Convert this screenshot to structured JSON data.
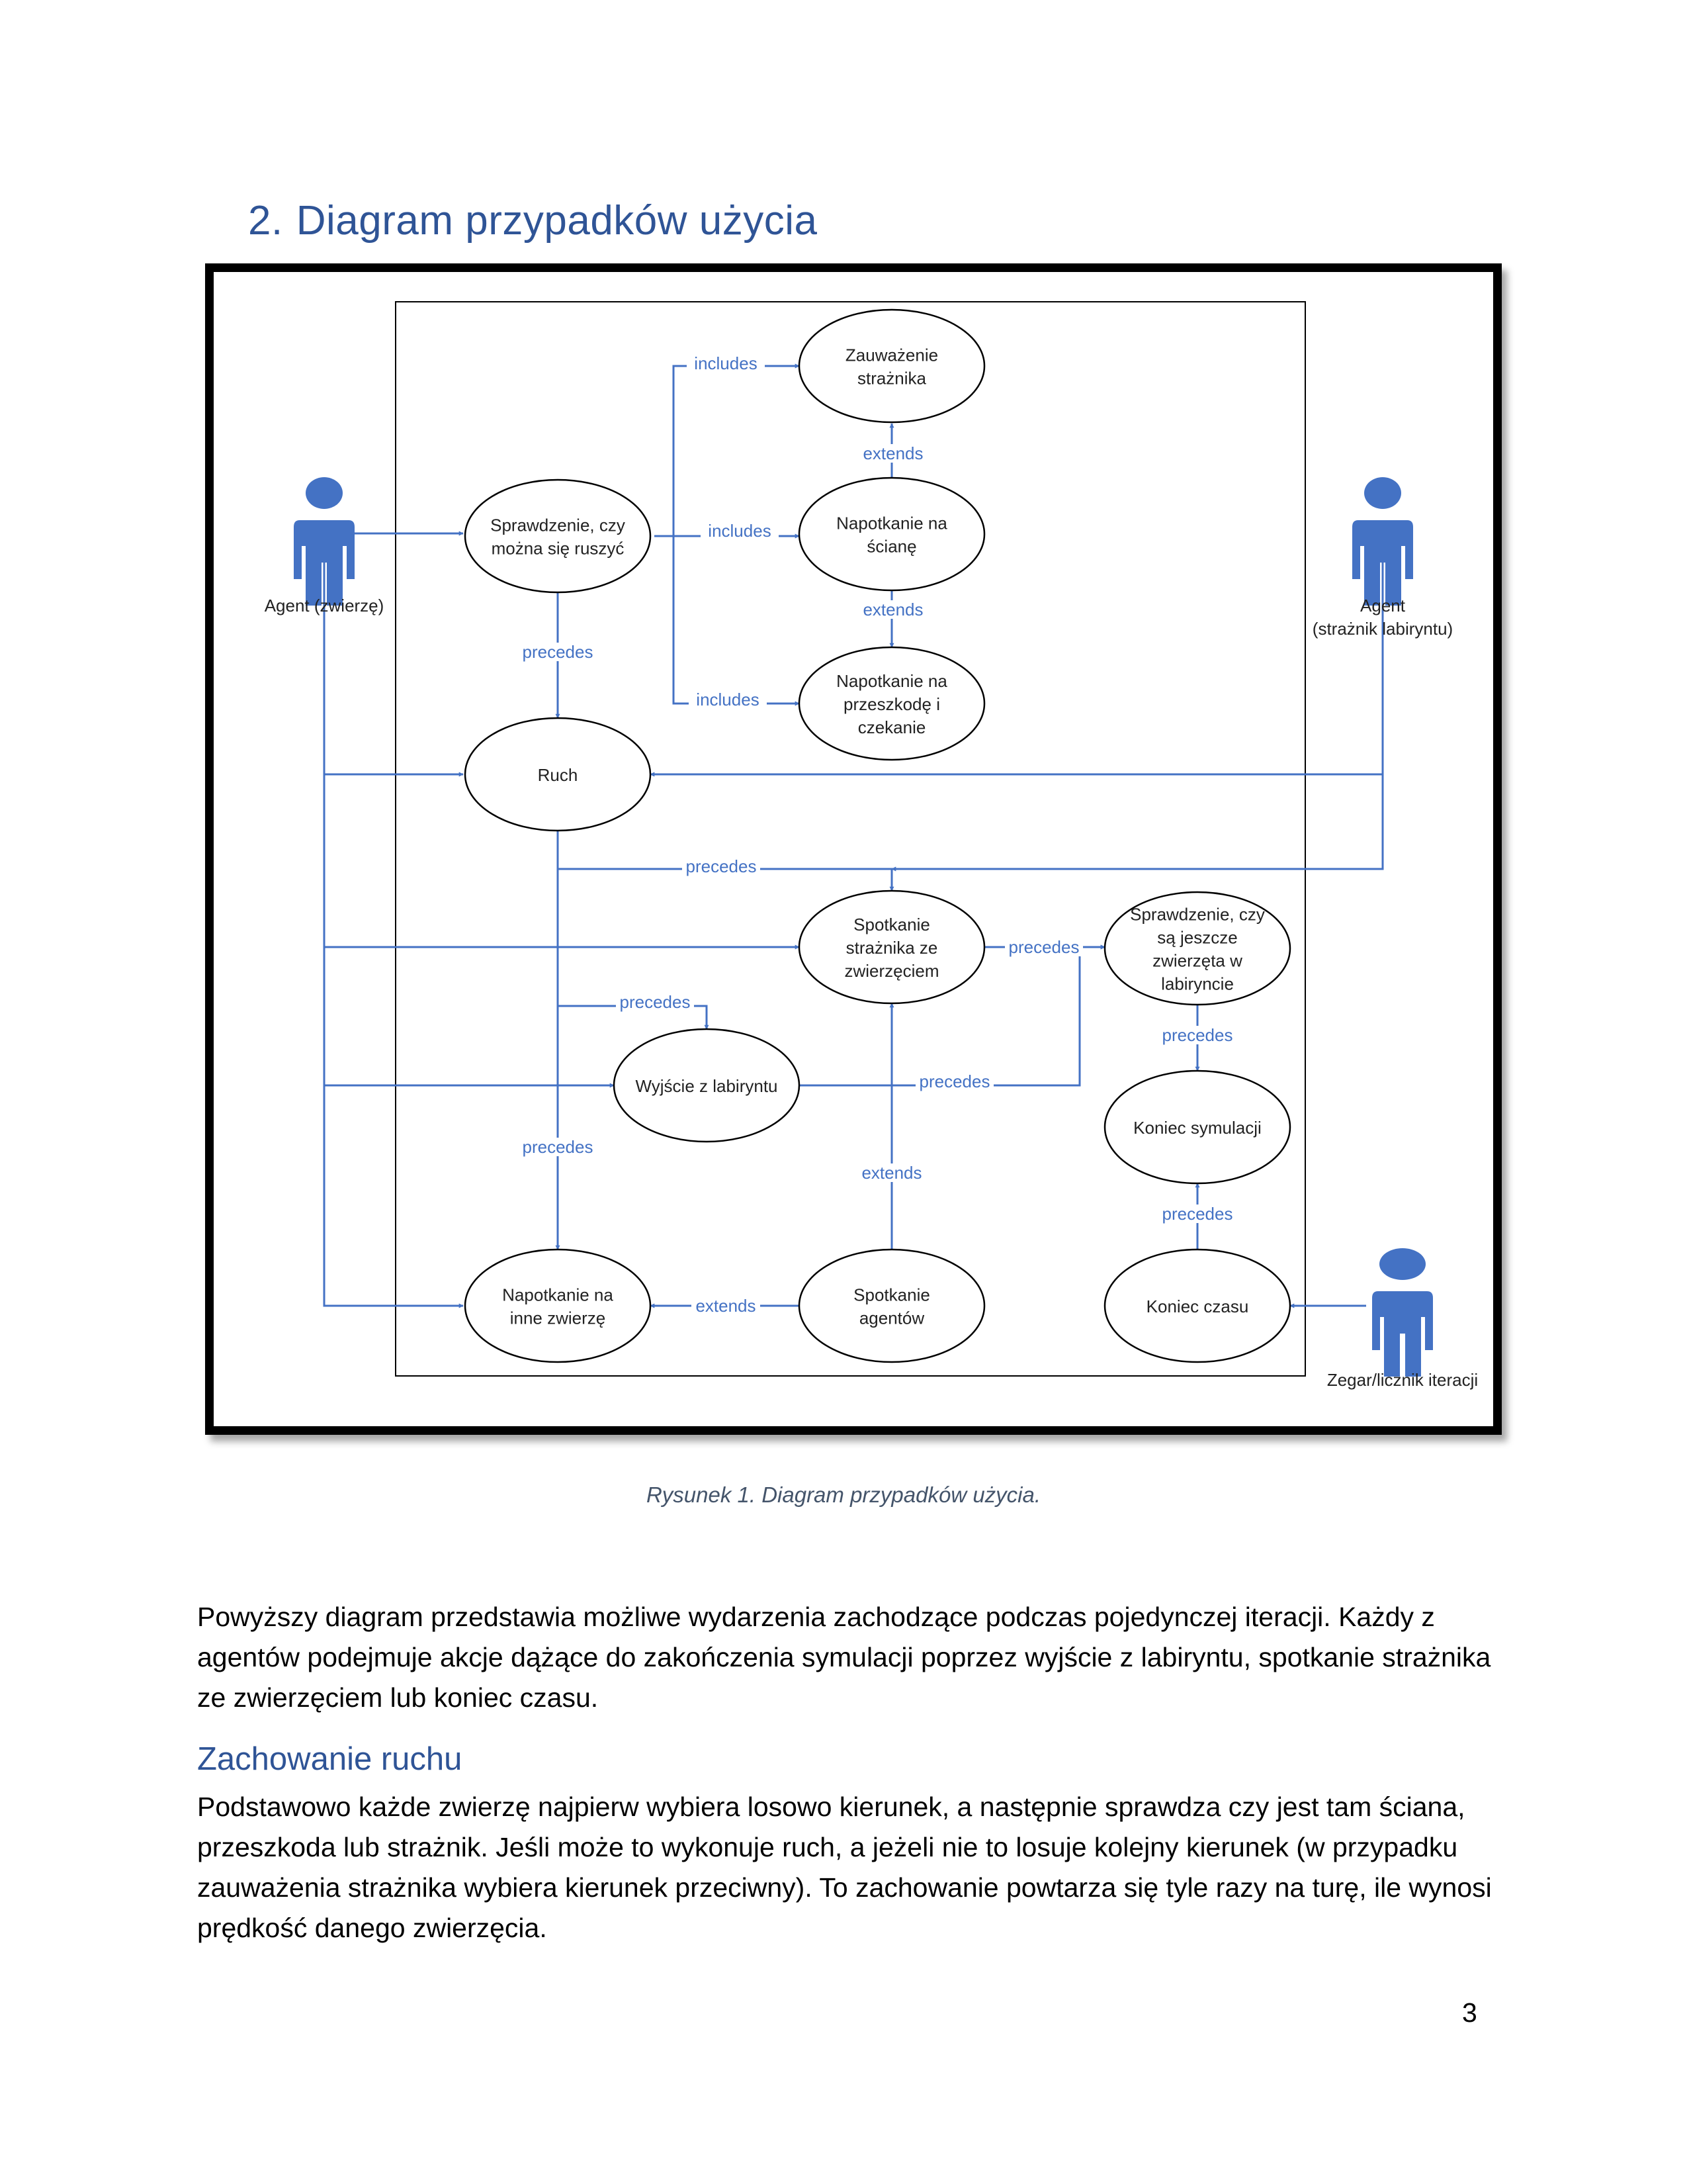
{
  "heading": {
    "number": "2.",
    "title": "Diagram przypadków użycia"
  },
  "diagram": {
    "actors": [
      {
        "id": "agent-zwierze",
        "lines": [
          "Agent (zwierzę)"
        ]
      },
      {
        "id": "agent-straznik",
        "lines": [
          "Agent",
          "(strażnik labiryntu)"
        ]
      },
      {
        "id": "zegar",
        "lines": [
          "Zegar/licznik iteracji"
        ]
      }
    ],
    "use_cases": [
      {
        "id": "sprawdzenie",
        "lines": [
          "Sprawdzenie, czy",
          "można się ruszyć"
        ]
      },
      {
        "id": "zauwazenie",
        "lines": [
          "Zauważenie",
          "strażnika"
        ]
      },
      {
        "id": "napotkanie-sciana",
        "lines": [
          "Napotkanie na",
          "ścianę"
        ]
      },
      {
        "id": "napotkanie-przeszkoda",
        "lines": [
          "Napotkanie na",
          "przeszkodę i",
          "czekanie"
        ]
      },
      {
        "id": "ruch",
        "lines": [
          "Ruch"
        ]
      },
      {
        "id": "spotkanie-straznika",
        "lines": [
          "Spotkanie",
          "strażnika ze",
          "zwierzęciem"
        ]
      },
      {
        "id": "sprawdzenie-zwierzeta",
        "lines": [
          "Sprawdzenie, czy",
          "są jeszcze",
          "zwierzęta w",
          "labiryncie"
        ]
      },
      {
        "id": "wyjscie",
        "lines": [
          "Wyjście z labiryntu"
        ]
      },
      {
        "id": "koniec-symulacji",
        "lines": [
          "Koniec symulacji"
        ]
      },
      {
        "id": "napotkanie-zwierze",
        "lines": [
          "Napotkanie na",
          "inne zwierzę"
        ]
      },
      {
        "id": "spotkanie-agentow",
        "lines": [
          "Spotkanie",
          "agentów"
        ]
      },
      {
        "id": "koniec-czasu",
        "lines": [
          "Koniec czasu"
        ]
      }
    ],
    "relations": [
      {
        "id": "r1",
        "label": "includes"
      },
      {
        "id": "r2",
        "label": "includes"
      },
      {
        "id": "r3",
        "label": "includes"
      },
      {
        "id": "r4",
        "label": "extends"
      },
      {
        "id": "r5",
        "label": "extends"
      },
      {
        "id": "r6",
        "label": "precedes"
      },
      {
        "id": "r7",
        "label": "precedes"
      },
      {
        "id": "r8",
        "label": "precedes"
      },
      {
        "id": "r9",
        "label": "precedes"
      },
      {
        "id": "r10",
        "label": "precedes"
      },
      {
        "id": "r11",
        "label": "precedes"
      },
      {
        "id": "r12",
        "label": "precedes"
      },
      {
        "id": "r13",
        "label": "extends"
      },
      {
        "id": "r14",
        "label": "extends"
      },
      {
        "id": "r15",
        "label": "precedes"
      }
    ]
  },
  "caption": "Rysunek 1. Diagram przypadków użycia.",
  "paragraph1": "Powyższy diagram przedstawia możliwe wydarzenia zachodzące podczas pojedynczej iteracji. Każdy z agentów podejmuje akcje dążące do zakończenia symulacji poprzez wyjście z labiryntu, spotkanie strażnika ze zwierzęciem lub koniec czasu.",
  "subheading": "Zachowanie ruchu",
  "paragraph2": "Podstawowo każde zwierzę najpierw wybiera losowo kierunek, a następnie sprawdza czy jest tam ściana, przeszkoda lub strażnik. Jeśli może to wykonuje ruch, a jeżeli nie to losuje kolejny kierunek (w przypadku zauważenia strażnika wybiera kierunek przeciwny). To zachowanie powtarza się tyle razy na turę, ile wynosi prędkość danego zwierzęcia.",
  "page_number": "3",
  "colors": {
    "heading": "#2f5496",
    "diagram_line": "#4472c4",
    "actor_fill": "#4472c4",
    "caption": "#44546a"
  }
}
